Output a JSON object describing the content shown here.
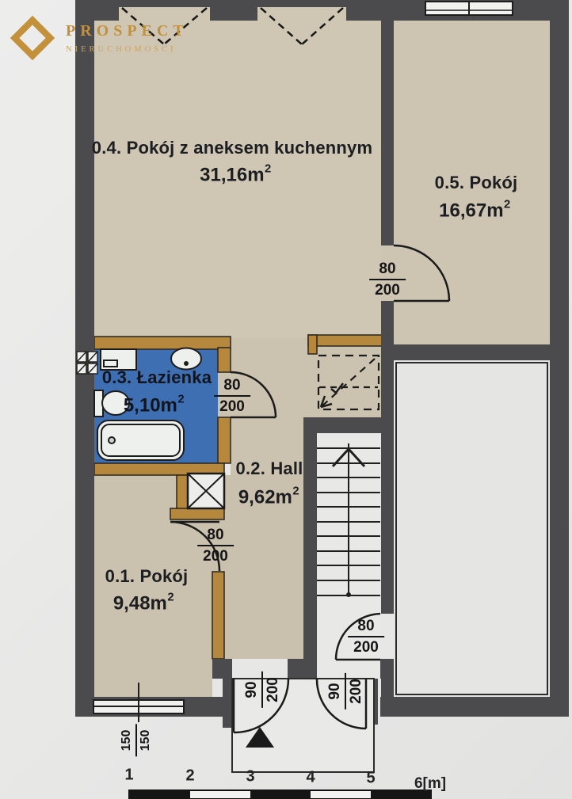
{
  "brand": {
    "name": "PROSPECT",
    "tagline": "NIERUCHOMOŚCI"
  },
  "rooms": [
    {
      "id": "0.4",
      "name": "0.4. Pokój z aneksem kuchennym",
      "area": "31,16m",
      "exp": "2"
    },
    {
      "id": "0.5",
      "name": "0.5. Pokój",
      "area": "16,67m",
      "exp": "2"
    },
    {
      "id": "0.3",
      "name": "0.3. Łazienka",
      "area": "5,10m",
      "exp": "2"
    },
    {
      "id": "0.2",
      "name": "0.2. Hall",
      "area": "9,62m",
      "exp": "2"
    },
    {
      "id": "0.1",
      "name": "0.1. Pokój",
      "area": "9,48m",
      "exp": "2"
    }
  ],
  "doors": [
    {
      "id": "door-room-0-5",
      "w": "80",
      "h": "200"
    },
    {
      "id": "door-bathroom",
      "w": "80",
      "h": "200"
    },
    {
      "id": "door-room-0-1",
      "w": "80",
      "h": "200"
    },
    {
      "id": "door-landing",
      "w": "80",
      "h": "200"
    },
    {
      "id": "door-entrance-left",
      "w": "90",
      "h": "200"
    },
    {
      "id": "door-entrance-right",
      "w": "90",
      "h": "200"
    }
  ],
  "windows": [
    {
      "id": "window-room-0-1",
      "w": "150",
      "h": "150"
    }
  ],
  "scale_bar": {
    "ticks": [
      "1",
      "2",
      "3",
      "4",
      "5"
    ],
    "unit": "6[m]"
  },
  "colors": {
    "exterior_wall": "#4b4a4c",
    "partition_wall": "#b5883e",
    "room_fill": "#cdc4b2",
    "bathroom_fill": "#3e6fb2",
    "white_area": "#e7e8e6",
    "logo_gold": "#c2913a",
    "paper": "#e9e9e8"
  }
}
